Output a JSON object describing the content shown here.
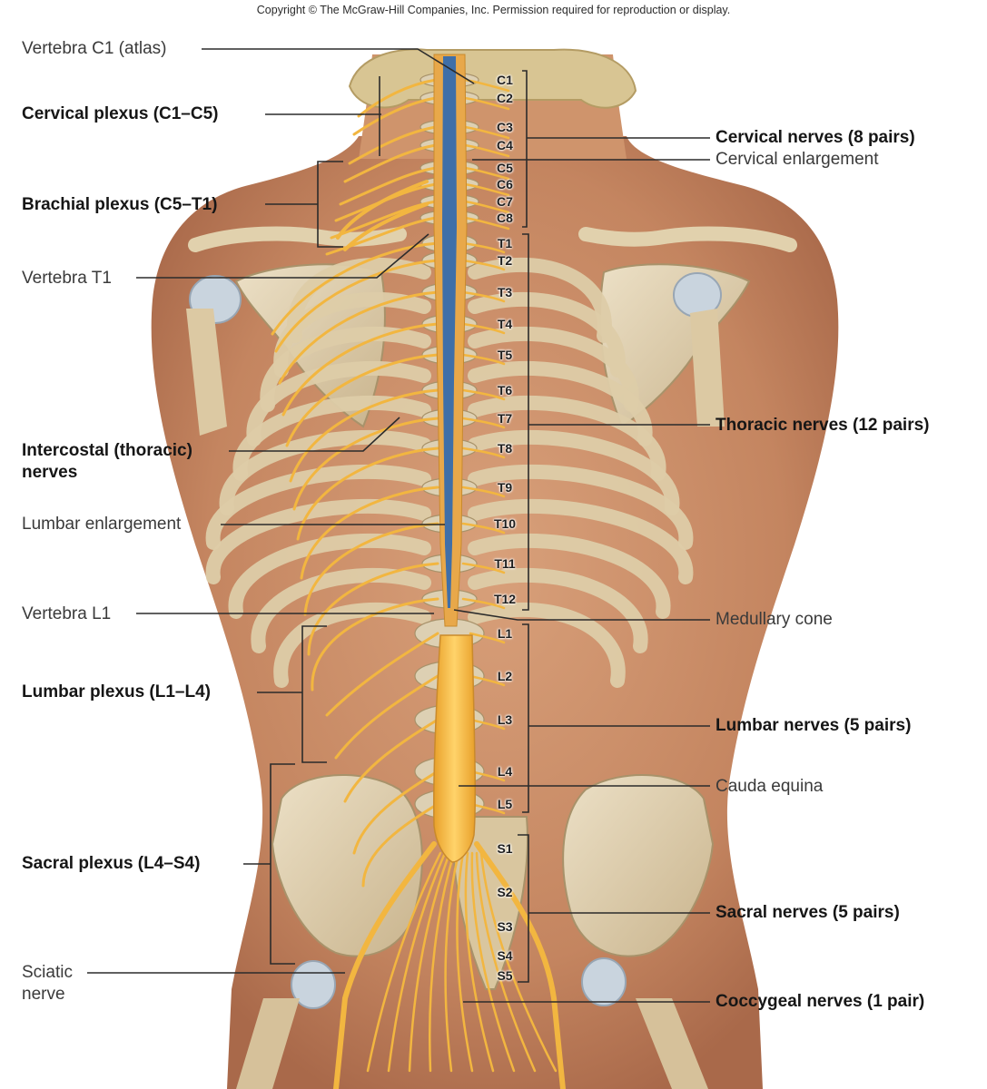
{
  "copyright": "Copyright © The McGraw-Hill Companies, Inc. Permission required for reproduction or display.",
  "labels_left": {
    "vertebra_c1": "Vertebra C1 (atlas)",
    "cervical_plexus": "Cervical plexus (C1–C5)",
    "brachial_plexus": "Brachial plexus (C5–T1)",
    "vertebra_t1": "Vertebra T1",
    "intercostal_line1": "Intercostal (thoracic)",
    "intercostal_line2": "nerves",
    "lumbar_enlargement": "Lumbar enlargement",
    "vertebra_l1": "Vertebra L1",
    "lumbar_plexus": "Lumbar plexus (L1–L4)",
    "sacral_plexus": "Sacral plexus (L4–S4)",
    "sciatic_line1": "Sciatic",
    "sciatic_line2": "nerve"
  },
  "labels_right": {
    "cervical_nerves": "Cervical nerves (8 pairs)",
    "cervical_enlargement": "Cervical enlargement",
    "thoracic_nerves": "Thoracic nerves (12 pairs)",
    "medullary_cone": "Medullary cone",
    "lumbar_nerves": "Lumbar nerves (5 pairs)",
    "cauda_equina": "Cauda equina",
    "sacral_nerves": "Sacral nerves (5 pairs)",
    "coccygeal_nerves": "Coccygeal nerves (1 pair)"
  },
  "segments": [
    "C1",
    "C2",
    "C3",
    "C4",
    "C5",
    "C6",
    "C7",
    "C8",
    "T1",
    "T2",
    "T3",
    "T4",
    "T5",
    "T6",
    "T7",
    "T8",
    "T9",
    "T10",
    "T11",
    "T12",
    "L1",
    "L2",
    "L3",
    "L4",
    "L5",
    "S1",
    "S2",
    "S3",
    "S4",
    "S5"
  ],
  "colors": {
    "skin": "#c98a63",
    "bone": "#dccba8",
    "nerve": "#f2b640",
    "cord_core": "#3f6fa8"
  }
}
